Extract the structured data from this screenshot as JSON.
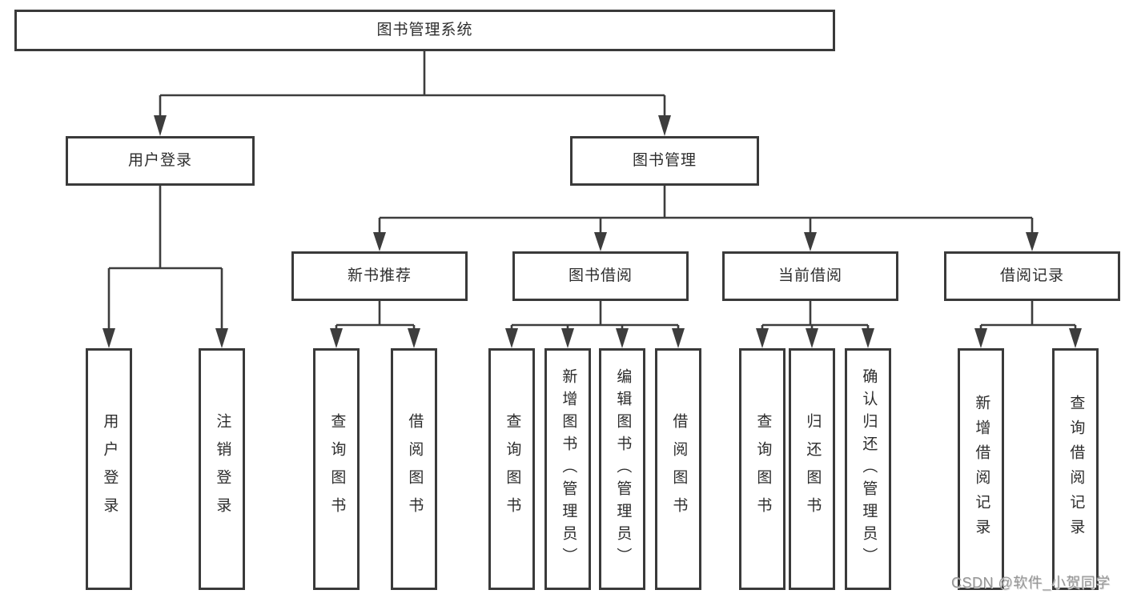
{
  "diagram": {
    "root": {
      "label": "图书管理系统",
      "children": [
        {
          "label": "用户登录",
          "children": [
            {
              "label": "用户登录"
            },
            {
              "label": "注销登录"
            }
          ]
        },
        {
          "label": "图书管理",
          "children": [
            {
              "label": "新书推荐",
              "children": [
                {
                  "label": "查询图书"
                },
                {
                  "label": "借阅图书"
                }
              ]
            },
            {
              "label": "图书借阅",
              "children": [
                {
                  "label": "查询图书"
                },
                {
                  "label": "新增图书（管理员）"
                },
                {
                  "label": "编辑图书（管理员）"
                },
                {
                  "label": "借阅图书"
                }
              ]
            },
            {
              "label": "当前借阅",
              "children": [
                {
                  "label": "查询图书"
                },
                {
                  "label": "归还图书"
                },
                {
                  "label": "确认归还（管理员）"
                }
              ]
            },
            {
              "label": "借阅记录",
              "children": [
                {
                  "label": "新增借阅记录"
                },
                {
                  "label": "查询借阅记录"
                }
              ]
            }
          ]
        }
      ]
    }
  },
  "watermark": {
    "text": "CSDN @软件_小贺同学"
  },
  "colors": {
    "line": "#3d3d3d",
    "box_border": "#3a3a3a",
    "text": "#2d2d2d",
    "background": "#ffffff",
    "watermark_text": "#969696"
  }
}
